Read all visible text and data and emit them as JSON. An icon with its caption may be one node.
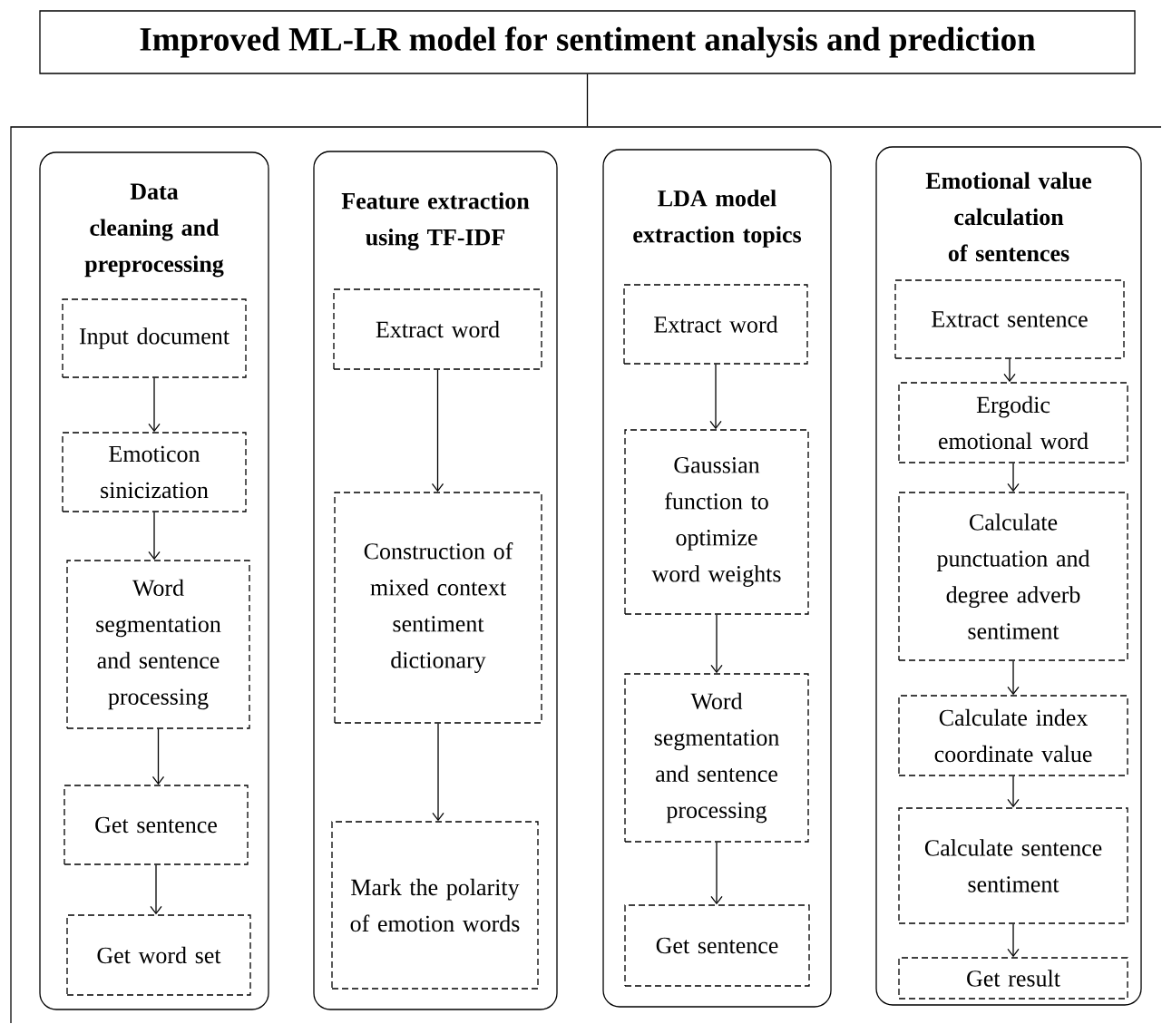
{
  "diagram": {
    "nodes": [
      {
        "text": [
          "Improved ML-LR model for sentiment analysis and prediction"
        ]
      },
      {
        "text": [],
        "shape": "box"
      },
      {
        "text": [
          "Data cleaning and preprocessing"
        ],
        "in": 1
      },
      {
        "text": [
          "Input document"
        ],
        "in": 2
      },
      {
        "text": [
          "Emoticon sinicization"
        ],
        "in": 2
      },
      {
        "text": [
          "Word segmentation and sentence processing"
        ],
        "in": 2
      },
      {
        "text": [
          "Get sentence"
        ],
        "in": 2
      },
      {
        "text": [
          "Get word set"
        ],
        "in": 2
      },
      {
        "text": [
          "Feature extraction using TF-IDF"
        ],
        "in": 1
      },
      {
        "text": [
          "Extract word"
        ],
        "in": 8
      },
      {
        "text": [
          "Construction of mixed context sentiment dictionary"
        ],
        "in": 8
      },
      {
        "text": [
          "Mark the polarity of emotion words"
        ],
        "in": 8
      },
      {
        "text": [
          "LDA model extraction topics"
        ],
        "in": 1
      },
      {
        "text": [
          "Extract word"
        ],
        "in": 12
      },
      {
        "text": [
          "Gaussian function to optimize word weights"
        ],
        "in": 12
      },
      {
        "text": [
          "Word segmentation and sentence processing"
        ],
        "in": 12
      },
      {
        "text": [
          "Get sentence"
        ],
        "in": 12
      },
      {
        "text": [
          "Emotional value calculation of sentences"
        ],
        "in": 1
      },
      {
        "text": [
          "Extract sentence"
        ],
        "in": 17
      },
      {
        "text": [
          "Ergodic emotional word"
        ],
        "in": 17
      },
      {
        "text": [
          "Calculate punctuation and degree adverb sentiment"
        ],
        "in": 17
      },
      {
        "text": [
          "Calculate index coordinate value"
        ],
        "in": 17
      },
      {
        "text": [
          "Calculate sentence sentiment"
        ],
        "in": 17
      },
      {
        "text": [
          "Get result"
        ],
        "in": 17
      }
    ],
    "edges": [
      {
        "from": 0,
        "to": 1,
        "arrow": "none"
      },
      {
        "from": 3,
        "to": 4,
        "arrow": "to"
      },
      {
        "from": 4,
        "to": 5,
        "arrow": "to"
      },
      {
        "from": 5,
        "to": 6,
        "arrow": "to"
      },
      {
        "from": 6,
        "to": 7,
        "arrow": "to"
      },
      {
        "from": 9,
        "to": 10,
        "arrow": "to"
      },
      {
        "from": 10,
        "to": 11,
        "arrow": "to"
      },
      {
        "from": 13,
        "to": 14,
        "arrow": "to"
      },
      {
        "from": 14,
        "to": 15,
        "arrow": "to"
      },
      {
        "from": 15,
        "to": 16,
        "arrow": "to"
      },
      {
        "from": 18,
        "to": 19,
        "arrow": "to"
      },
      {
        "from": 19,
        "to": 20,
        "arrow": "to"
      },
      {
        "from": 20,
        "to": 21,
        "arrow": "to"
      },
      {
        "from": 21,
        "to": 22,
        "arrow": "to"
      },
      {
        "from": 22,
        "to": 23,
        "arrow": "to"
      }
    ]
  }
}
